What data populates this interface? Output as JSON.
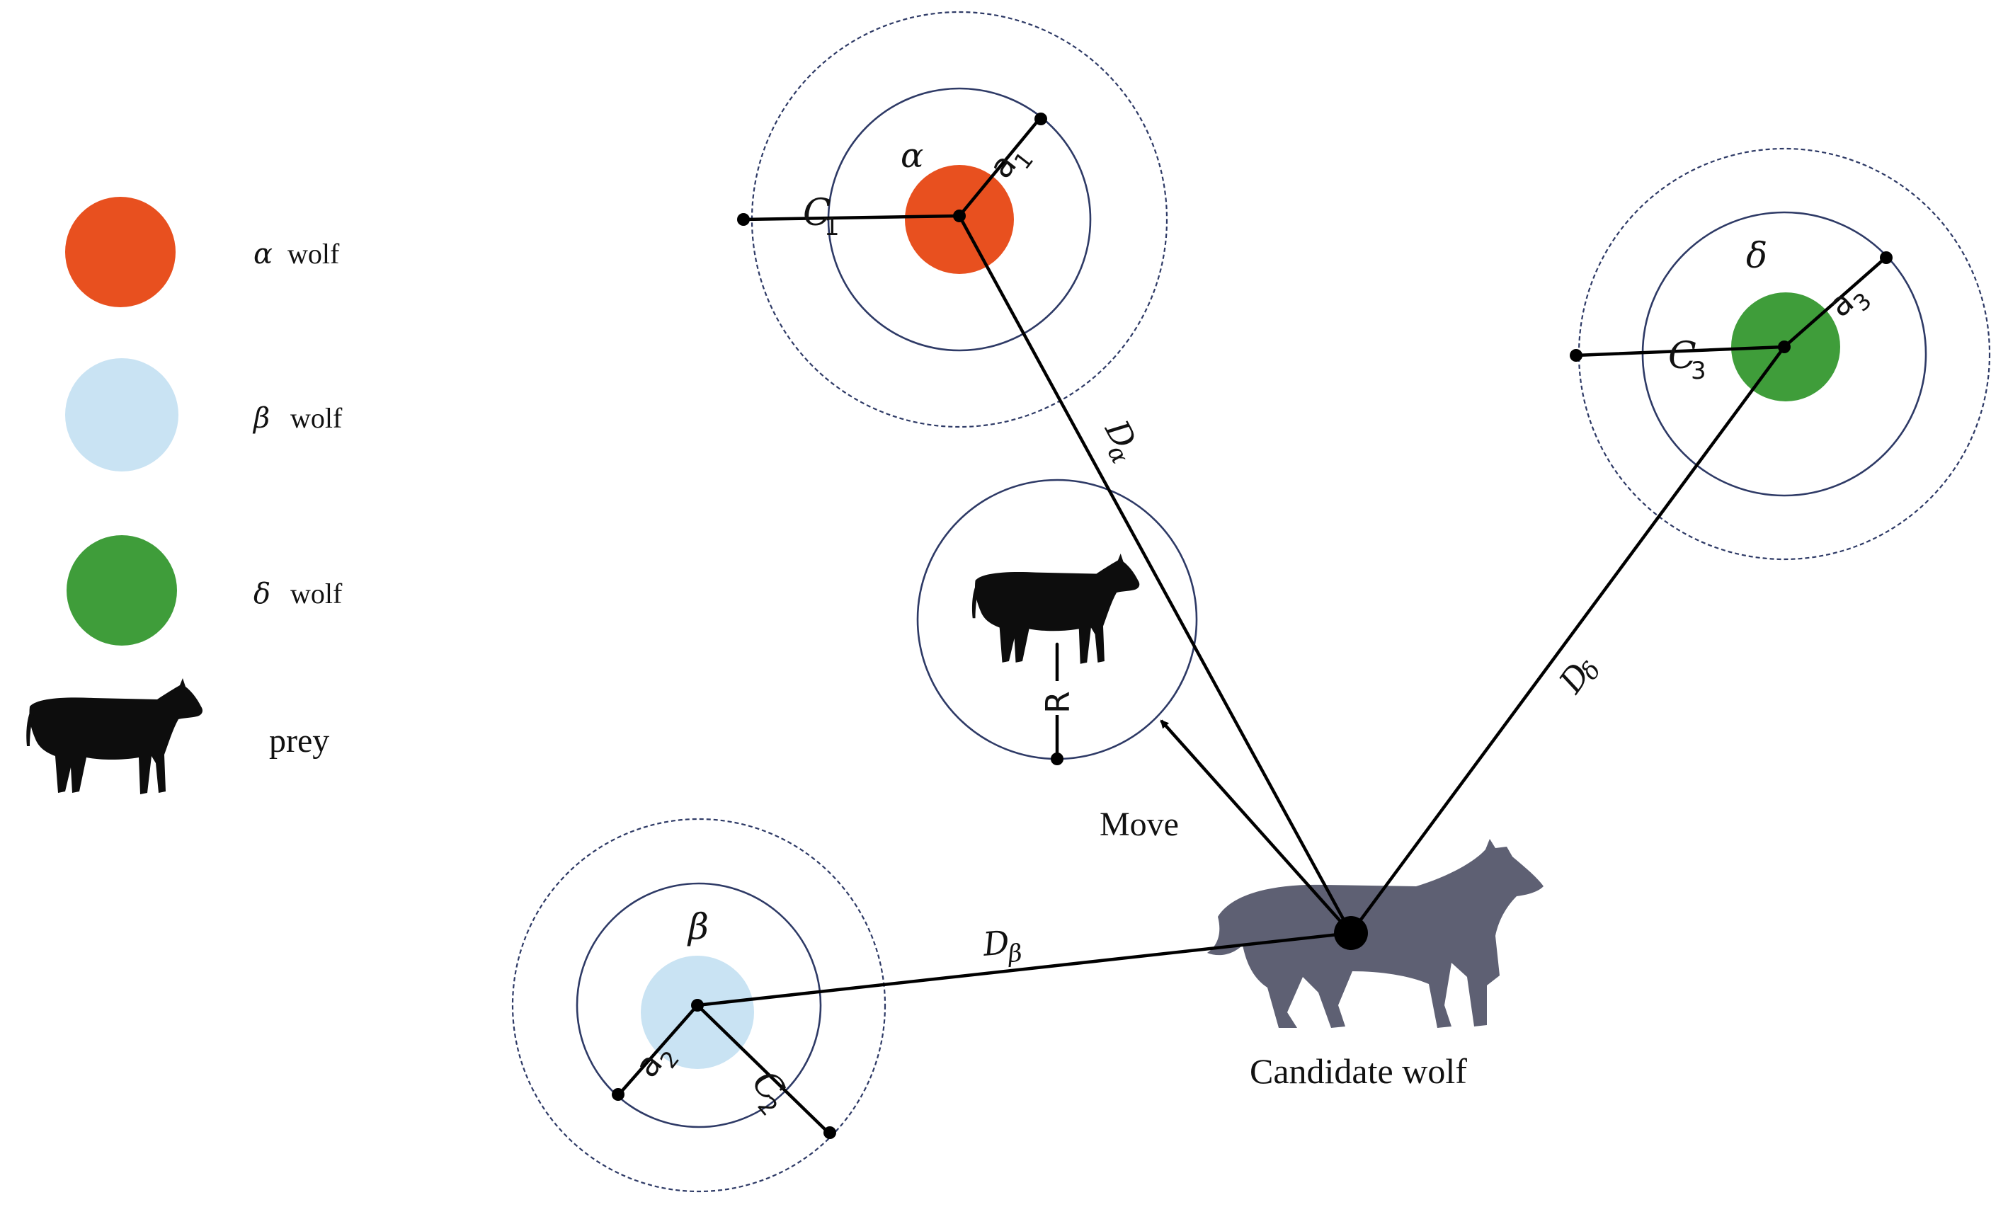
{
  "legend": {
    "items": [
      {
        "symbol": "α",
        "text": "wolf",
        "color": "#e8501f"
      },
      {
        "symbol": "β",
        "text": "wolf",
        "color": "#c9e3f3"
      },
      {
        "symbol": "δ",
        "text": "wolf",
        "color": "#3f9d3a"
      }
    ],
    "prey_label": "prey"
  },
  "leaders": {
    "alpha": {
      "greek": "α",
      "c_label": "C",
      "c_sub": "1",
      "a_label": "a",
      "a_sub": "1",
      "color": "#e8501f"
    },
    "beta": {
      "greek": "β",
      "c_label": "C",
      "c_sub": "2",
      "a_label": "a",
      "a_sub": "2",
      "color": "#c9e3f3"
    },
    "delta": {
      "greek": "δ",
      "c_label": "C",
      "c_sub": "3",
      "a_label": "a",
      "a_sub": "3",
      "color": "#3f9d3a"
    }
  },
  "distances": {
    "alpha": {
      "main": "D",
      "sub": "α"
    },
    "beta": {
      "main": "D",
      "sub": "β"
    },
    "delta": {
      "main": "D",
      "sub": "δ"
    }
  },
  "prey": {
    "radius_label": "R"
  },
  "move_label": "Move",
  "candidate_label": "Candidate wolf",
  "colors": {
    "ring": "#2e3a66",
    "wolf": "#5e6073",
    "prey": "#0d0d0d"
  }
}
